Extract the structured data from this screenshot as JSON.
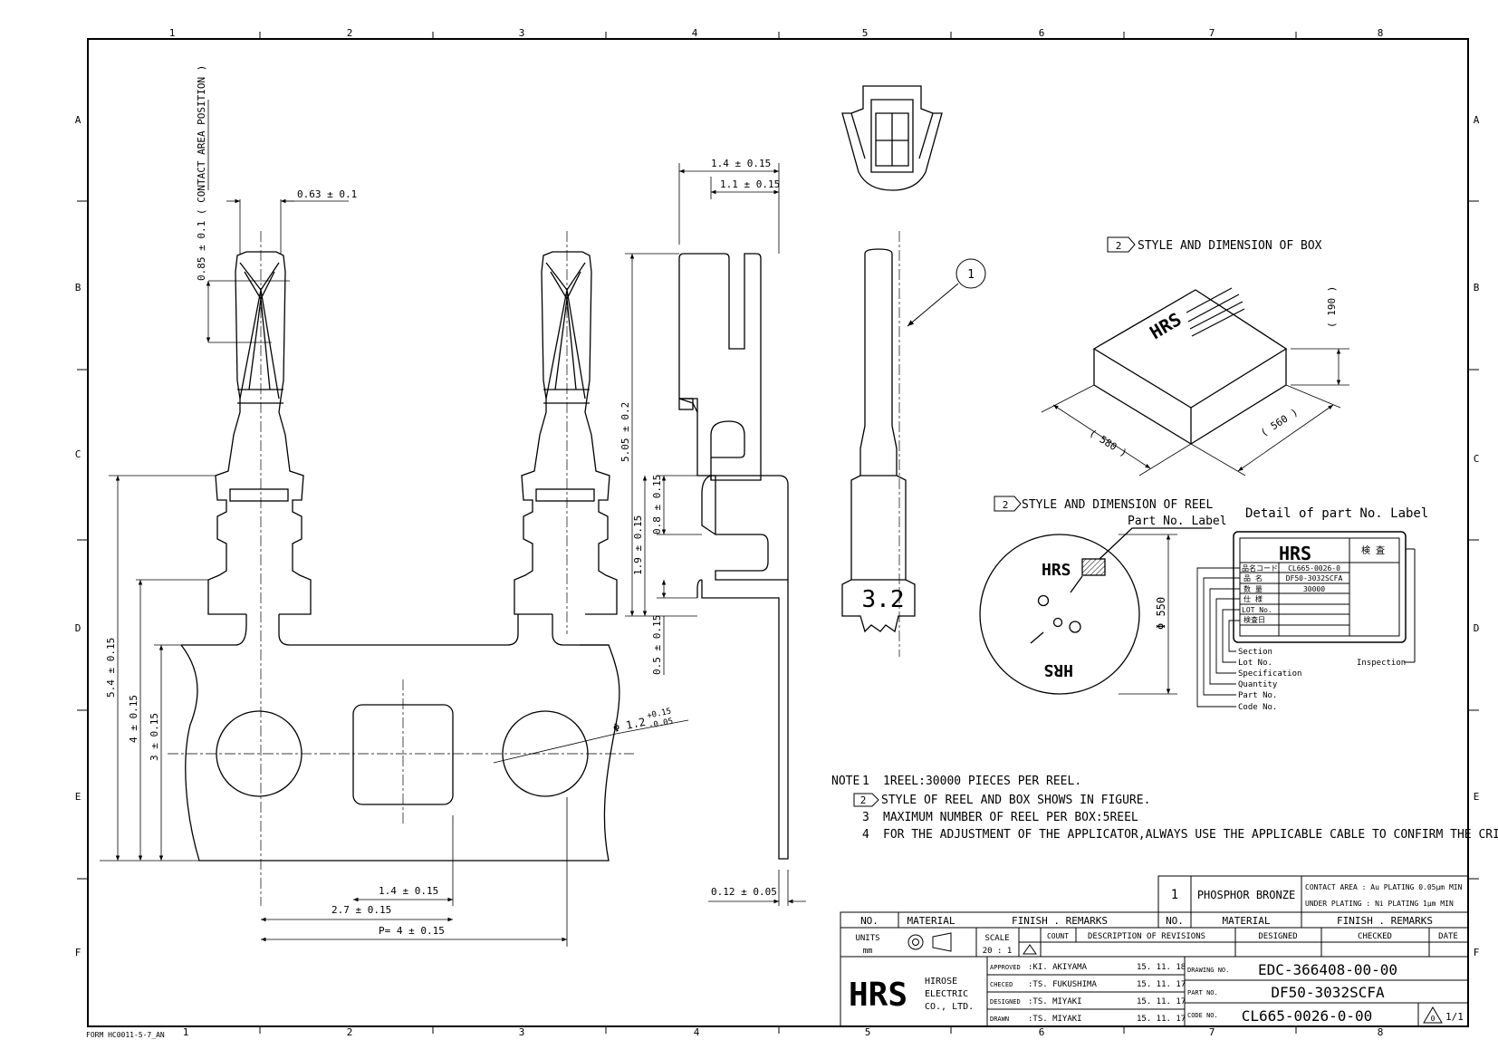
{
  "border": {
    "columns": [
      "1",
      "2",
      "3",
      "4",
      "5",
      "6",
      "7",
      "8"
    ],
    "rows": [
      "A",
      "B",
      "C",
      "D",
      "E",
      "F"
    ],
    "form_no": "FORM HC0011-5-7_AN"
  },
  "dims": {
    "contact_area": "0.85 ± 0.1 ( CONTACT AREA POSITION )",
    "width_063": "0.63 ± 0.1",
    "h_54": "5.4 ± 0.15",
    "h_4": "4 ± 0.15",
    "h_3": "3 ± 0.15",
    "w_14": "1.4 ± 0.15",
    "w_27": "2.7 ± 0.15",
    "pitch": "P= 4 ± 0.15",
    "dia_12": "Φ 1.2",
    "dia_tol_plus": "+0.15",
    "dia_tol_minus": "-0.05",
    "side_14": "1.4 ± 0.15",
    "side_11": "1.1 ± 0.15",
    "side_505": "5.05 ± 0.2",
    "side_19": "1.9 ± 0.15",
    "side_08": "0.8 ± 0.15",
    "side_05": "0.5 ± 0.15",
    "side_012": "0.12 ± 0.05",
    "front_32": "3.2",
    "item_1": "1"
  },
  "box": {
    "note_no": "2",
    "title": "STYLE AND DIMENSION OF BOX",
    "dim_190": "( 190 )",
    "dim_580": "( 580 )",
    "dim_560": "( 560 )",
    "logo": "HRS"
  },
  "reel": {
    "note_no": "2",
    "title": "STYLE AND DIMENSION OF REEL",
    "part_label": "Part No. Label",
    "diameter": "Φ 550",
    "logo": "HRS"
  },
  "label_detail": {
    "title": "Detail of part  No. Label",
    "logo": "HRS",
    "inspect_header": "検 査",
    "rows": [
      {
        "k": "品名コード",
        "v": "CL665-0026-0"
      },
      {
        "k": "品  名",
        "v": "DF50-3032SCFA"
      },
      {
        "k": "数  量",
        "v": "30000"
      },
      {
        "k": "仕  様",
        "v": ""
      },
      {
        "k": "LOT No.",
        "v": ""
      },
      {
        "k": "検査日",
        "v": ""
      }
    ],
    "callouts": [
      "Section",
      "Lot No.",
      "Specification",
      "Quantity",
      "Part No.",
      "Code No."
    ],
    "inspection": "Inspection"
  },
  "notes": {
    "label": "NOTE",
    "items": [
      {
        "no": "1",
        "text": "1REEL:30000 PIECES PER REEL."
      },
      {
        "no": "2",
        "text": "STYLE OF REEL AND BOX SHOWS IN FIGURE."
      },
      {
        "no": "3",
        "text": "MAXIMUM NUMBER OF REEL PER BOX:5REEL"
      },
      {
        "no": "4",
        "text": "FOR THE ADJUSTMENT OF THE APPLICATOR,ALWAYS USE THE APPLICABLE CABLE TO CONFIRM THE CRIMP CONDITIONS."
      }
    ]
  },
  "title_block": {
    "item_no": "1",
    "material": "PHOSPHOR BRONZE",
    "finish_1": "CONTACT AREA : Au PLATING 0.05μm MIN",
    "finish_2": "UNDER PLATING : Ni PLATING 1μm MIN",
    "h_no": "NO.",
    "h_material": "MATERIAL",
    "h_finish": "FINISH . REMARKS",
    "units_label": "UNITS",
    "units": "mm",
    "scale_label": "SCALE",
    "scale": "20 : 1",
    "count": "COUNT",
    "revisions": "DESCRIPTION OF REVISIONS",
    "designed": "DESIGNED",
    "checked": "CHECKED",
    "date": "DATE",
    "company_logo": "HRS",
    "company_1": "HIROSE",
    "company_2": "ELECTRIC",
    "company_3": "CO., LTD.",
    "approved_label": "APPROVED",
    "approved": ":KI. AKIYAMA",
    "approved_date": "15. 11. 18",
    "checked_label": "CHECED",
    "checked_by": ":TS. FUKUSHIMA",
    "checked_date": "15. 11. 17",
    "designed_label": "DESIGNED",
    "designed_by": ":TS. MIYAKI",
    "designed_date": "15. 11. 17",
    "drawn_label": "DRAWN",
    "drawn_by": ":TS. MIYAKI",
    "drawn_date": "15. 11. 17",
    "drawing_no_label": "DRAWING NO.",
    "drawing_no": "EDC-366408-00-00",
    "part_no_label": "PART NO.",
    "part_no": "DF50-3032SCFA",
    "code_no_label": "CODE NO.",
    "code_no": "CL665-0026-0-00",
    "revision_mark": "0",
    "sheet": "1/1"
  }
}
